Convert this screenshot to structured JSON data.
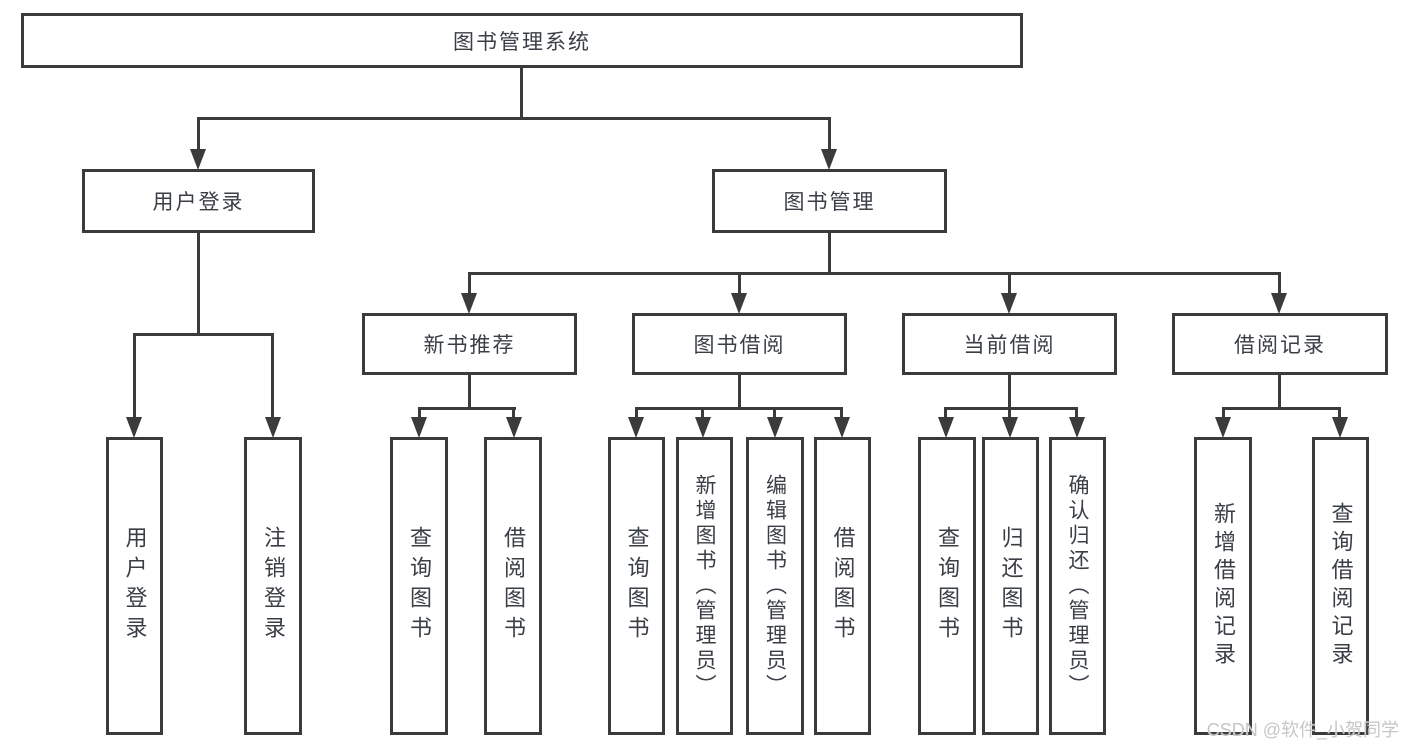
{
  "diagram": {
    "type": "tree",
    "title": "图书管理系统",
    "root": {
      "label": "图书管理系统"
    },
    "level2": [
      {
        "id": "user-login",
        "label": "用户登录",
        "parent": "图书管理系统"
      },
      {
        "id": "book-management",
        "label": "图书管理",
        "parent": "图书管理系统"
      }
    ],
    "level3": [
      {
        "id": "new-book-recommend",
        "label": "新书推荐",
        "parent": "图书管理"
      },
      {
        "id": "book-borrowing",
        "label": "图书借阅",
        "parent": "图书管理"
      },
      {
        "id": "current-borrowing",
        "label": "当前借阅",
        "parent": "图书管理"
      },
      {
        "id": "borrow-records",
        "label": "借阅记录",
        "parent": "图书管理"
      }
    ],
    "leaves": [
      {
        "id": "leaf-user-login",
        "label": "用户登录",
        "parent": "用户登录"
      },
      {
        "id": "leaf-logout",
        "label": "注销登录",
        "parent": "用户登录"
      },
      {
        "id": "leaf-query-books-1",
        "label": "查询图书",
        "parent": "新书推荐"
      },
      {
        "id": "leaf-borrow-books-1",
        "label": "借阅图书",
        "parent": "新书推荐"
      },
      {
        "id": "leaf-query-books-2",
        "label": "查询图书",
        "parent": "图书借阅"
      },
      {
        "id": "leaf-add-books",
        "label": "新增图书（管理员）",
        "parent": "图书借阅"
      },
      {
        "id": "leaf-edit-books",
        "label": "编辑图书（管理员）",
        "parent": "图书借阅"
      },
      {
        "id": "leaf-borrow-books-2",
        "label": "借阅图书",
        "parent": "图书借阅"
      },
      {
        "id": "leaf-query-books-3",
        "label": "查询图书",
        "parent": "当前借阅"
      },
      {
        "id": "leaf-return-books",
        "label": "归还图书",
        "parent": "当前借阅"
      },
      {
        "id": "leaf-confirm-return",
        "label": "确认归还（管理员）",
        "parent": "当前借阅"
      },
      {
        "id": "leaf-add-borrow-record",
        "label": "新增借阅记录",
        "parent": "借阅记录"
      },
      {
        "id": "leaf-query-borrow-record",
        "label": "查询借阅记录",
        "parent": "借阅记录"
      }
    ]
  },
  "watermark": {
    "text": "CSDN @软件_小贺同学"
  },
  "colors": {
    "line": "#3b3b3b",
    "text": "#3a3f46",
    "watermark": "#c6c6c6",
    "background": "#ffffff"
  }
}
